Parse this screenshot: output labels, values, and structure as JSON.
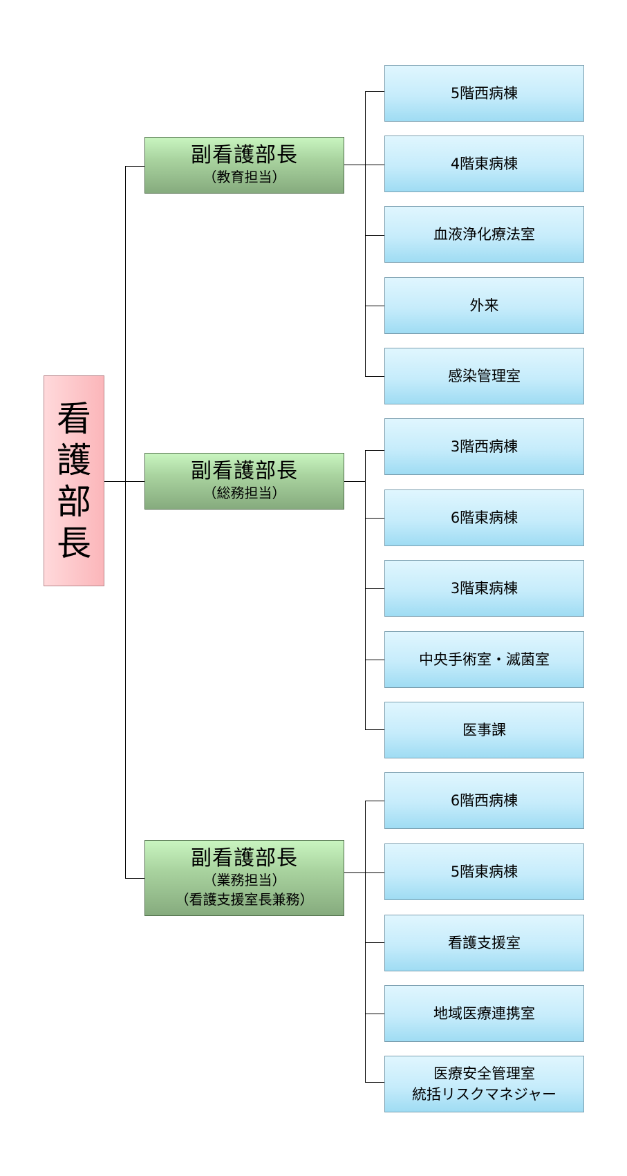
{
  "root": {
    "chars": [
      "看",
      "護",
      "部",
      "長"
    ]
  },
  "deputies": [
    {
      "title": "副看護部長",
      "subs": [
        "（教育担当）"
      ],
      "departments": [
        "5階西病棟",
        "4階東病棟",
        "血液浄化療法室",
        "外来",
        "感染管理室"
      ]
    },
    {
      "title": "副看護部長",
      "subs": [
        "（総務担当）"
      ],
      "departments": [
        "3階西病棟",
        "6階東病棟",
        "3階東病棟",
        "中央手術室・滅菌室",
        "医事課"
      ]
    },
    {
      "title": "副看護部長",
      "subs": [
        "（業務担当）",
        "（看護支援室長兼務）"
      ],
      "departments": [
        "6階西病棟",
        "5階東病棟",
        "看護支援室",
        "地域医療連携室",
        [
          "医療安全管理室",
          "統括リスクマネジャー"
        ]
      ]
    }
  ],
  "colors": {
    "root_fill": "#fbb6ba",
    "deputy_fill": "#a9d39f",
    "department_fill": "#c6ecfb",
    "connector": "#000000"
  }
}
